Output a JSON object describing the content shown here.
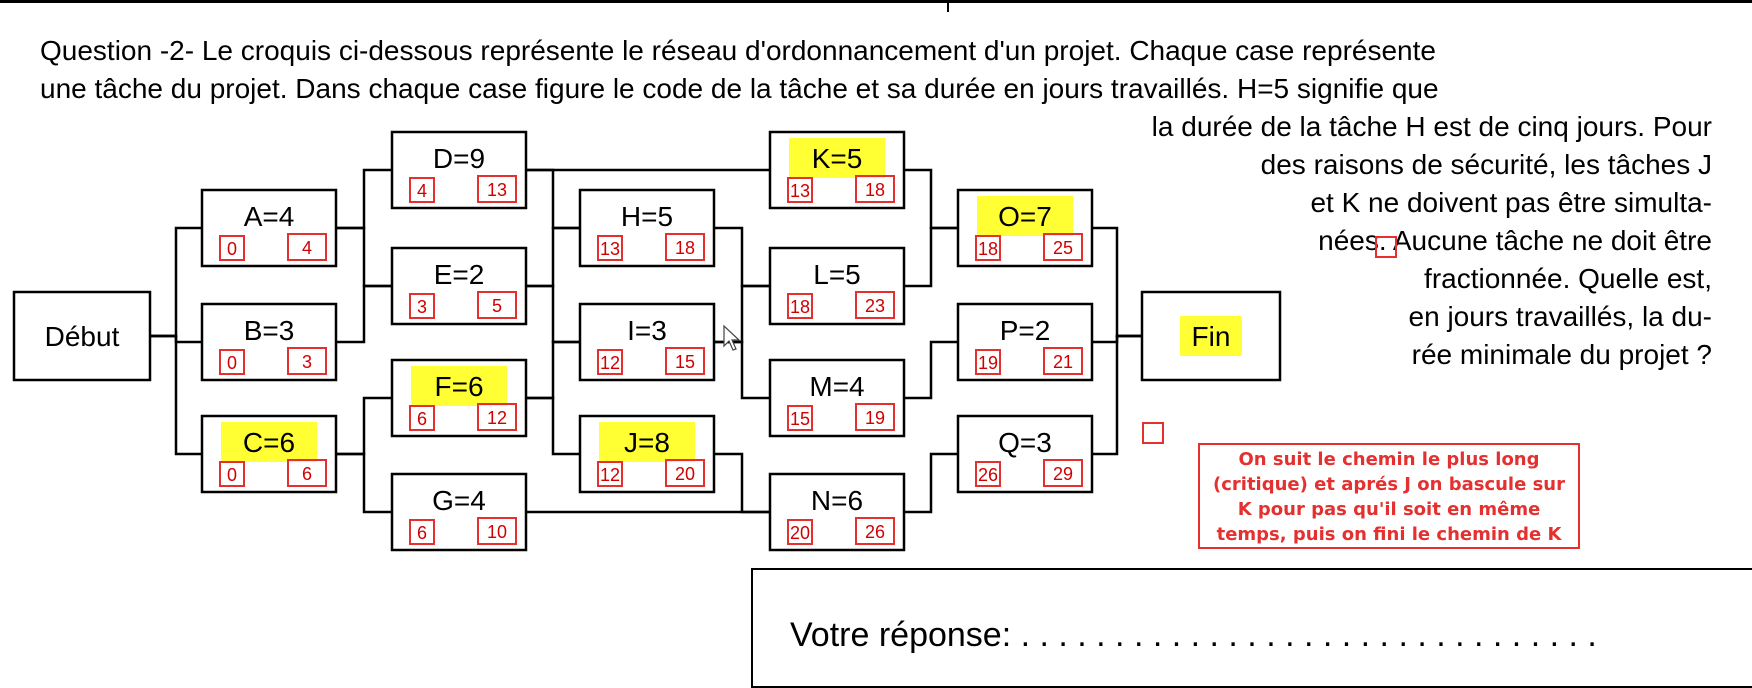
{
  "question": {
    "lines": [
      "Question -2-  Le croquis ci-dessous représente le réseau d'ordonnancement d'un projet. Chaque case représente",
      "une tâche du projet. Dans chaque case figure le code de la tâche et sa durée en jours travaillés. H=5 signifie que",
      "la durée de la tâche H est de cinq jours. Pour",
      "des raisons de sécurité, les tâches J",
      "et K ne doivent pas être simulta-",
      "nées. Aucune tâche ne doit être",
      "fractionnée. Quelle est,",
      "en jours travaillés, la du-",
      "rée minimale du projet ?"
    ]
  },
  "highlight_color": "#ffff33",
  "mark_color": "#e53030",
  "nodes": [
    {
      "id": "debut",
      "label": "Début"
    },
    {
      "id": "A",
      "label": "A=4",
      "start": "0",
      "end": "4"
    },
    {
      "id": "B",
      "label": "B=3",
      "start": "0",
      "end": "3"
    },
    {
      "id": "C",
      "label": "C=6",
      "start": "0",
      "end": "6",
      "highlight": true
    },
    {
      "id": "D",
      "label": "D=9",
      "start": "4",
      "end": "13"
    },
    {
      "id": "E",
      "label": "E=2",
      "start": "3",
      "end": "5"
    },
    {
      "id": "F",
      "label": "F=6",
      "start": "6",
      "end": "12",
      "highlight": true
    },
    {
      "id": "G",
      "label": "G=4",
      "start": "6",
      "end": "10"
    },
    {
      "id": "H",
      "label": "H=5",
      "start": "13",
      "end": "18"
    },
    {
      "id": "I",
      "label": "I=3",
      "start": "12",
      "end": "15"
    },
    {
      "id": "J",
      "label": "J=8",
      "start": "12",
      "end": "20",
      "highlight": true
    },
    {
      "id": "K",
      "label": "K=5",
      "start": "13",
      "end": "18",
      "highlight": true
    },
    {
      "id": "L",
      "label": "L=5",
      "start": "18",
      "end": "23"
    },
    {
      "id": "M",
      "label": "M=4",
      "start": "15",
      "end": "19"
    },
    {
      "id": "N",
      "label": "N=6",
      "start": "20",
      "end": "26"
    },
    {
      "id": "O",
      "label": "O=7",
      "start": "18",
      "end": "25",
      "highlight": true
    },
    {
      "id": "P",
      "label": "P=2",
      "start": "19",
      "end": "21"
    },
    {
      "id": "Q",
      "label": "Q=3",
      "start": "26",
      "end": "29"
    },
    {
      "id": "fin",
      "label": "Fin",
      "highlight": true
    }
  ],
  "edges": [
    [
      "debut",
      "A"
    ],
    [
      "debut",
      "B"
    ],
    [
      "debut",
      "C"
    ],
    [
      "A",
      "D"
    ],
    [
      "A",
      "E"
    ],
    [
      "B",
      "E"
    ],
    [
      "C",
      "F"
    ],
    [
      "C",
      "G"
    ],
    [
      "D",
      "K"
    ],
    [
      "D",
      "H"
    ],
    [
      "E",
      "H"
    ],
    [
      "E",
      "I"
    ],
    [
      "F",
      "I"
    ],
    [
      "F",
      "J"
    ],
    [
      "G",
      "N"
    ],
    [
      "H",
      "L"
    ],
    [
      "I",
      "L"
    ],
    [
      "I",
      "M"
    ],
    [
      "J",
      "N"
    ],
    [
      "K",
      "O"
    ],
    [
      "L",
      "O"
    ],
    [
      "M",
      "P"
    ],
    [
      "N",
      "Q"
    ],
    [
      "O",
      "fin"
    ],
    [
      "P",
      "fin"
    ],
    [
      "Q",
      "fin"
    ]
  ],
  "note": {
    "lines": [
      "On suit le chemin le plus long",
      "(critique) et aprés J on bascule sur",
      "K pour pas qu'il soit en même",
      "temps, puis on fini le chemin de K"
    ]
  },
  "answer": {
    "text": "Votre réponse: . . . . . . . . . . . . . . . . . . . . . . . . . . . . . . ."
  }
}
